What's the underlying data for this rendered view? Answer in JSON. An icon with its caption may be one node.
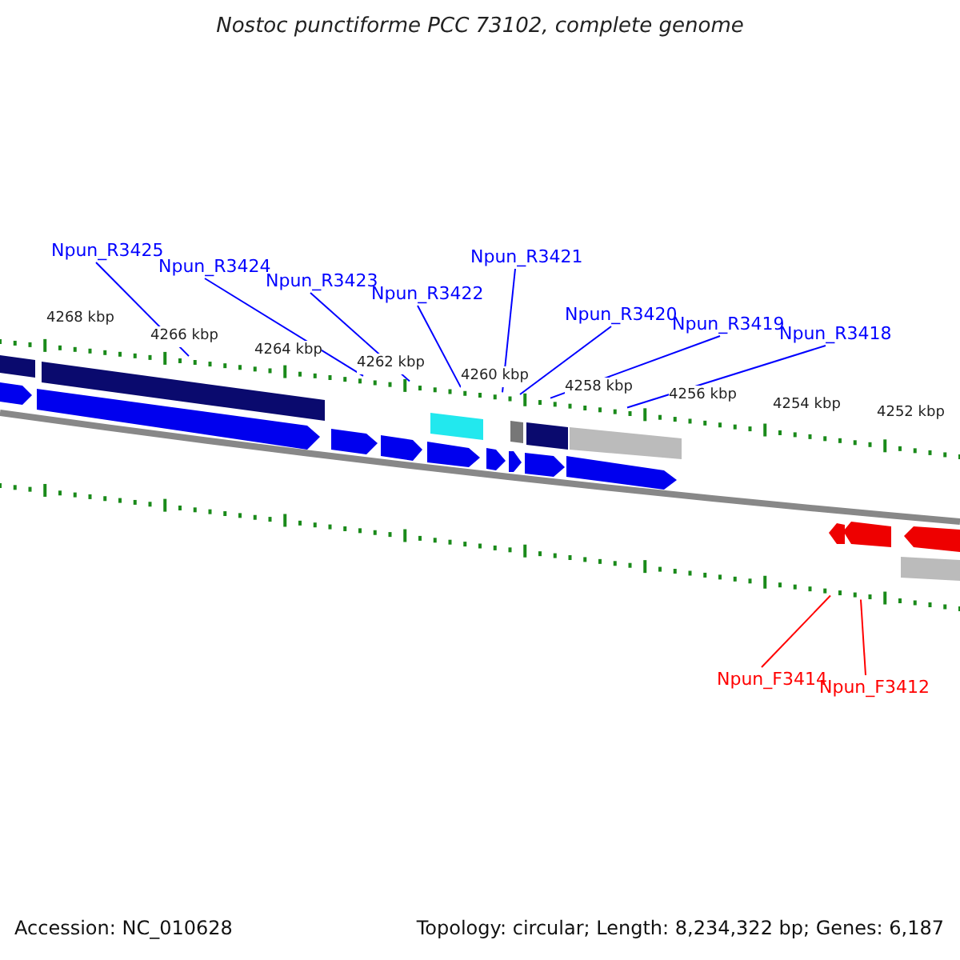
{
  "diagram": {
    "title": "Nostoc punctiforme PCC 73102, complete genome",
    "nodes": [
      {
        "text": [
          "Npun_R3425"
        ]
      },
      {
        "text": [
          "Npun_R3424"
        ]
      },
      {
        "text": [
          "Npun_R3423"
        ]
      },
      {
        "text": [
          "Npun_R3422"
        ]
      },
      {
        "text": [
          "Npun_R3421"
        ]
      },
      {
        "text": [
          "Npun_R3420"
        ]
      },
      {
        "text": [
          "Npun_R3419"
        ]
      },
      {
        "text": [
          "Npun_R3418"
        ]
      },
      {
        "text": [
          "Npun_F3414"
        ]
      },
      {
        "text": [
          "Npun_F3412"
        ]
      },
      {
        "text": [],
        "shape": "bar"
      },
      {
        "text": [],
        "shape": "bar"
      }
    ],
    "edges": [
      {
        "from": 0,
        "to": 10,
        "arrow": "none"
      },
      {
        "from": 1,
        "to": 10,
        "arrow": "none"
      },
      {
        "from": 2,
        "to": 10,
        "arrow": "none"
      },
      {
        "from": 3,
        "to": 10,
        "arrow": "none"
      },
      {
        "from": 4,
        "to": 10,
        "arrow": "none"
      },
      {
        "from": 5,
        "to": 10,
        "arrow": "none"
      },
      {
        "from": 6,
        "to": 10,
        "arrow": "none"
      },
      {
        "from": 7,
        "to": 10,
        "arrow": "none"
      },
      {
        "from": 8,
        "to": 11,
        "arrow": "none",
        "color": "#ff0000"
      },
      {
        "from": 9,
        "to": 11,
        "arrow": "none",
        "color": "#ff0000"
      }
    ],
    "labels": [
      "4268 kbp",
      "4266 kbp",
      "4264 kbp",
      "4262 kbp",
      "4260 kbp",
      "4258 kbp",
      "4256 kbp",
      "4254 kbp",
      "4252 kbp",
      "Accession: NC_010628",
      "Topology: circular; Length: 8,234,322 bp; Genes: 6,187"
    ]
  }
}
